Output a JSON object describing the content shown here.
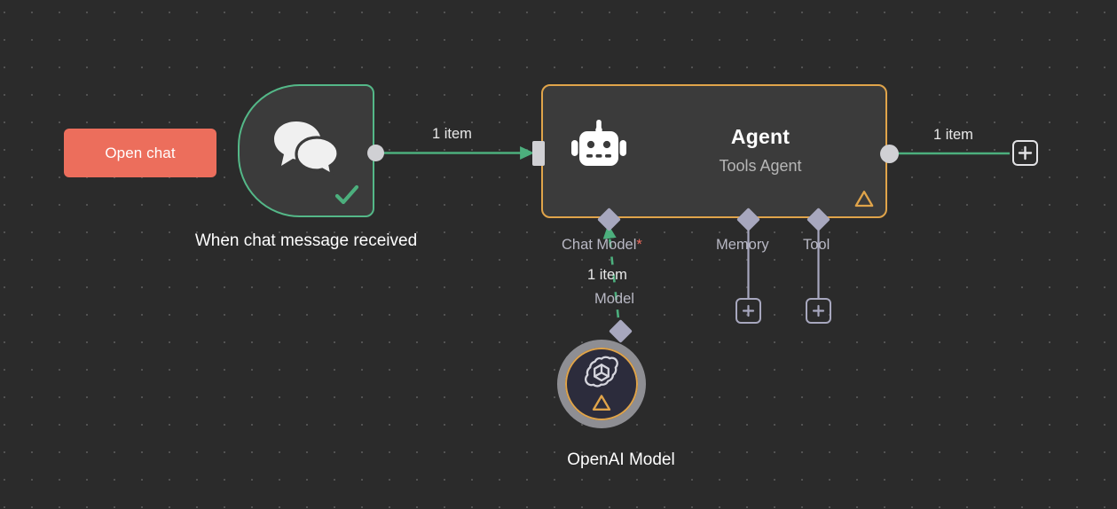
{
  "canvas": {
    "background_color": "#2b2b2b",
    "grid_dot_color": "#525252"
  },
  "buttons": {
    "open_chat": {
      "label": "Open chat",
      "color": "#ec6e5c",
      "text_color": "#ffffff"
    }
  },
  "nodes": [
    {
      "id": "chat-trigger",
      "caption": "When chat message received",
      "icon": "chat-bubbles-icon",
      "border_color": "#54b888",
      "status": "success",
      "status_icon": "checkmark-icon"
    },
    {
      "id": "agent",
      "title": "Agent",
      "subtitle": "Tools Agent",
      "icon": "robot-icon",
      "border_color": "#e0a44a",
      "status_icon": "warning-triangle-icon"
    },
    {
      "id": "openai-model",
      "caption": "OpenAI Model",
      "icon": "openai-logo-icon",
      "ring_color": "#8e8e93",
      "border_color": "#e0a44a",
      "status_icon": "warning-triangle-icon"
    }
  ],
  "sub_connectors": [
    {
      "id": "chat-model",
      "label": "Chat Model",
      "required": true,
      "required_mark": "*",
      "has_plus": false
    },
    {
      "id": "memory",
      "label": "Memory",
      "required": false,
      "required_mark": "",
      "has_plus": true
    },
    {
      "id": "tool",
      "label": "Tool",
      "required": false,
      "required_mark": "",
      "has_plus": true
    }
  ],
  "edges": [
    {
      "id": "trigger-to-agent",
      "label": "1 item",
      "color": "#4caf7d"
    },
    {
      "id": "agent-to-next",
      "label": "1 item",
      "color": "#4caf7d"
    },
    {
      "id": "model-to-agent",
      "label": "1 item",
      "sub_label": "Model",
      "color": "#4caf7d"
    }
  ],
  "plus_buttons": {
    "memory": "+",
    "tool": "+",
    "agent_output": "+"
  }
}
